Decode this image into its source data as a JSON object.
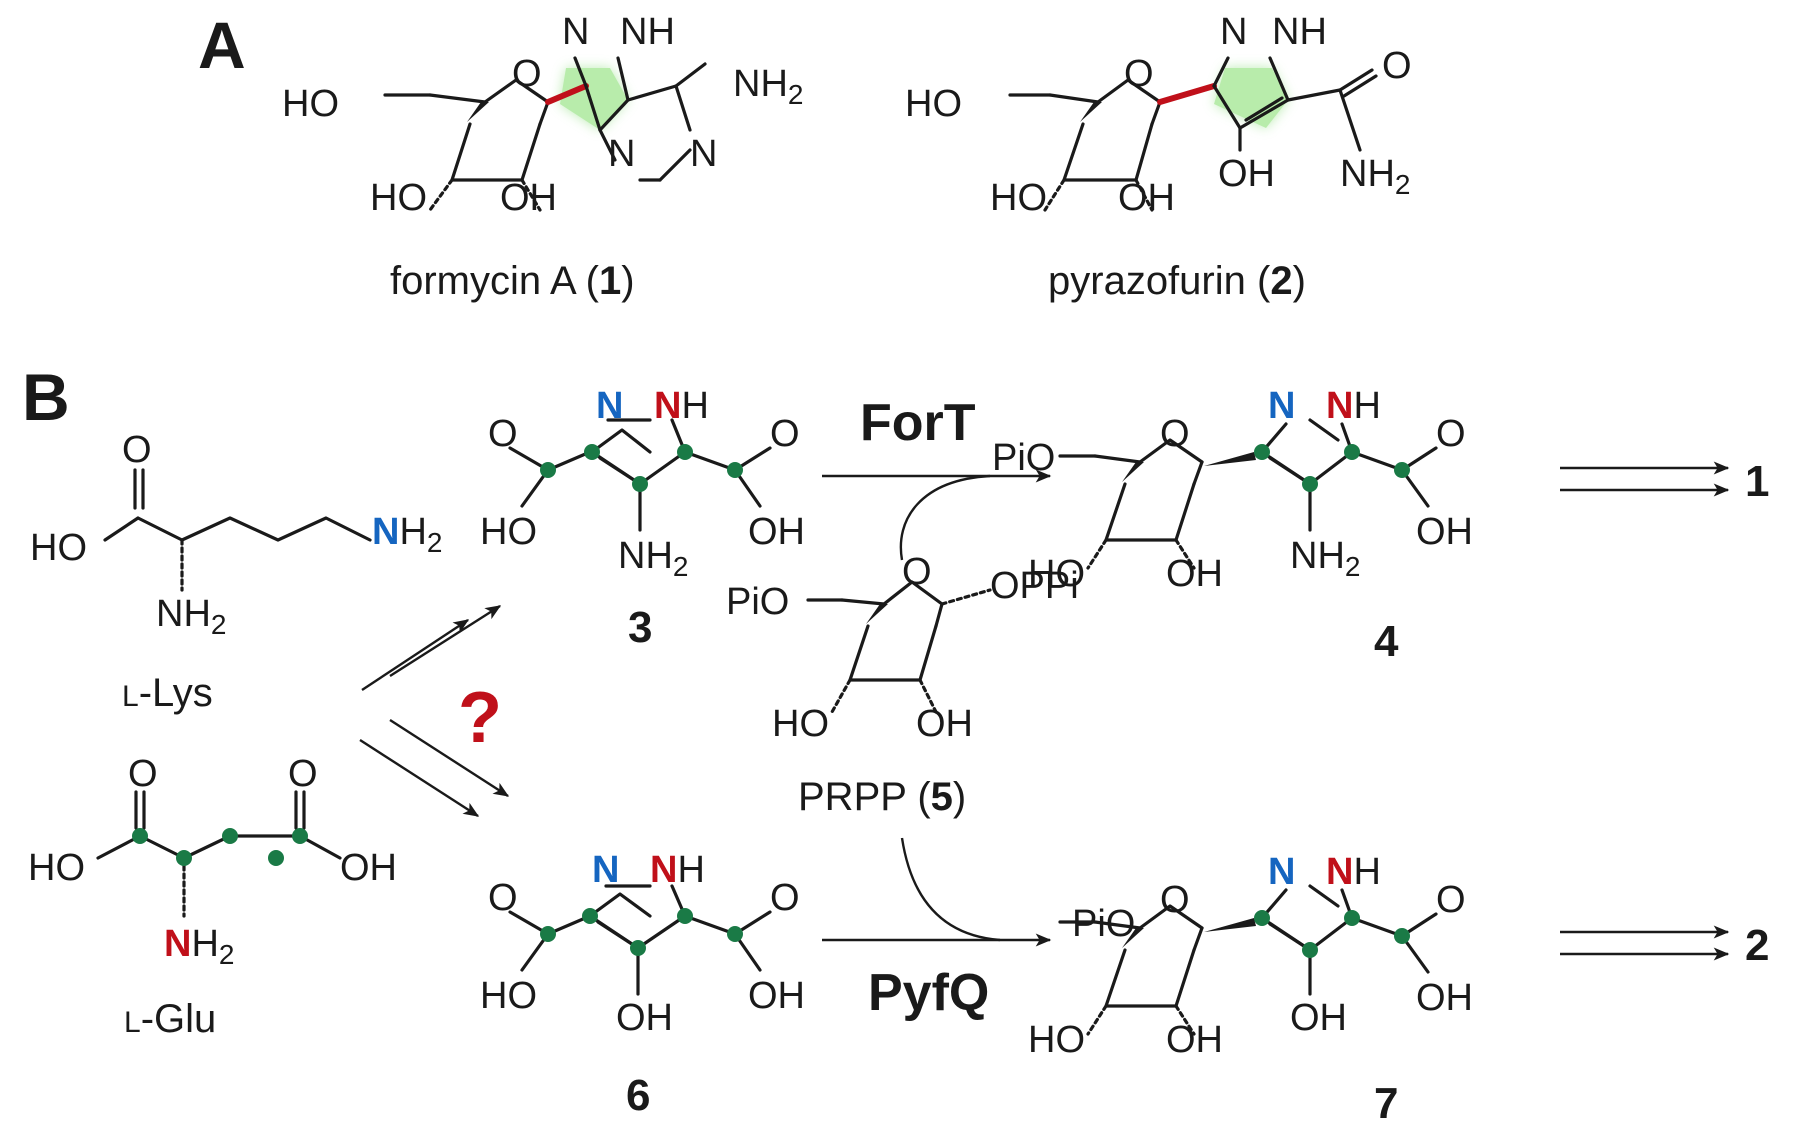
{
  "panels": {
    "a": "A",
    "b": "B"
  },
  "atoms": {
    "n": "N",
    "nh": "NH",
    "h": "H",
    "o": "O",
    "ho": "HO",
    "oh": "OH",
    "nh2": "NH",
    "sub2": "2",
    "pio": "PiO",
    "oppi": "OPPi"
  },
  "compounds": {
    "formycin_name": "formycin A (",
    "formycin_num": "1",
    "formycin_close": ")",
    "pyrazofurin_name": "pyrazofurin (",
    "pyrazofurin_num": "2",
    "pyrazofurin_close": ")",
    "lys_small": "L",
    "lys_rest": "-Lys",
    "glu_small": "L",
    "glu_rest": "-Glu",
    "prpp_name": "PRPP (",
    "prpp_num": "5",
    "prpp_close": ")",
    "c3": "3",
    "c4": "4",
    "c6": "6",
    "c7": "7",
    "prod1": "1",
    "prod2": "2"
  },
  "enzymes": {
    "fort": "ForT",
    "pyfq": "PyfQ"
  },
  "question": "?",
  "colors": {
    "nitrogen_blue": "#1565c0",
    "nitrogen_red": "#c0101a",
    "carbon_dot": "#1a7a46",
    "ring_highlight": "#a6e59a",
    "cc_bond_red": "#c0101a"
  }
}
